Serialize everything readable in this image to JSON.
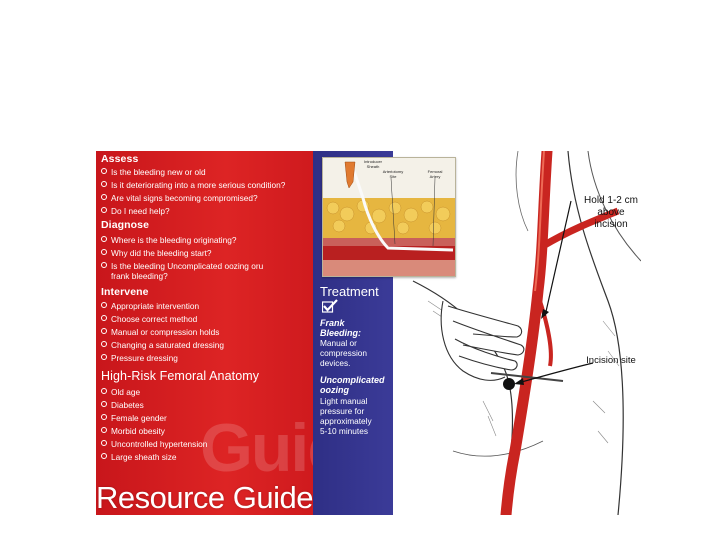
{
  "assess": {
    "heading": "Assess",
    "items": [
      "Is the bleeding new or old",
      "Is it deteriorating into a more serious condition?",
      "Are vital signs becoming compromised?",
      "Do I need help?"
    ]
  },
  "diagnose": {
    "heading": "Diagnose",
    "items": [
      "Where is the bleeding originating?",
      "Why did the bleeding start?",
      "Is the bleeding Uncomplicated oozing oru",
      "frank bleeding?"
    ]
  },
  "intervene": {
    "heading": "Intervene",
    "items": [
      "Appropriate intervention",
      "Choose correct method",
      "Manual or compression holds",
      "Changing a saturated dressing",
      "Pressure dressing"
    ]
  },
  "risk": {
    "heading": "High-Risk Femoral Anatomy",
    "items": [
      "Old age",
      "Diabetes",
      "Female gender",
      "Morbid obesity",
      "Uncontrolled hypertension",
      "Large sheath size"
    ]
  },
  "watermark": "Guide",
  "footer_title": "Resource Guide",
  "treatment": {
    "heading": "Treatment",
    "frank_h1": "Frank",
    "frank_h2": "Bleeding:",
    "frank_t1": "Manual or",
    "frank_t2": "compression",
    "frank_t3": "devices.",
    "unc_h1": "Uncomplicated",
    "unc_h2": "oozing",
    "unc_t1": "Light manual",
    "unc_t2": "pressure for",
    "unc_t3": "approximately",
    "unc_t4": "5-10 minutes"
  },
  "inset": {
    "lbl_sheath": "Introducer Sheath",
    "lbl_site": "Arteriotomy Site",
    "lbl_artery": "Femoral Artery"
  },
  "callouts": {
    "hold_1": "Hold 1-2 cm",
    "hold_2": "above",
    "hold_3": "incision",
    "incision": "Incision site"
  },
  "colors": {
    "red_panel": "#d81f24",
    "blue_panel": "#35358f",
    "artery": "#d42a25"
  }
}
